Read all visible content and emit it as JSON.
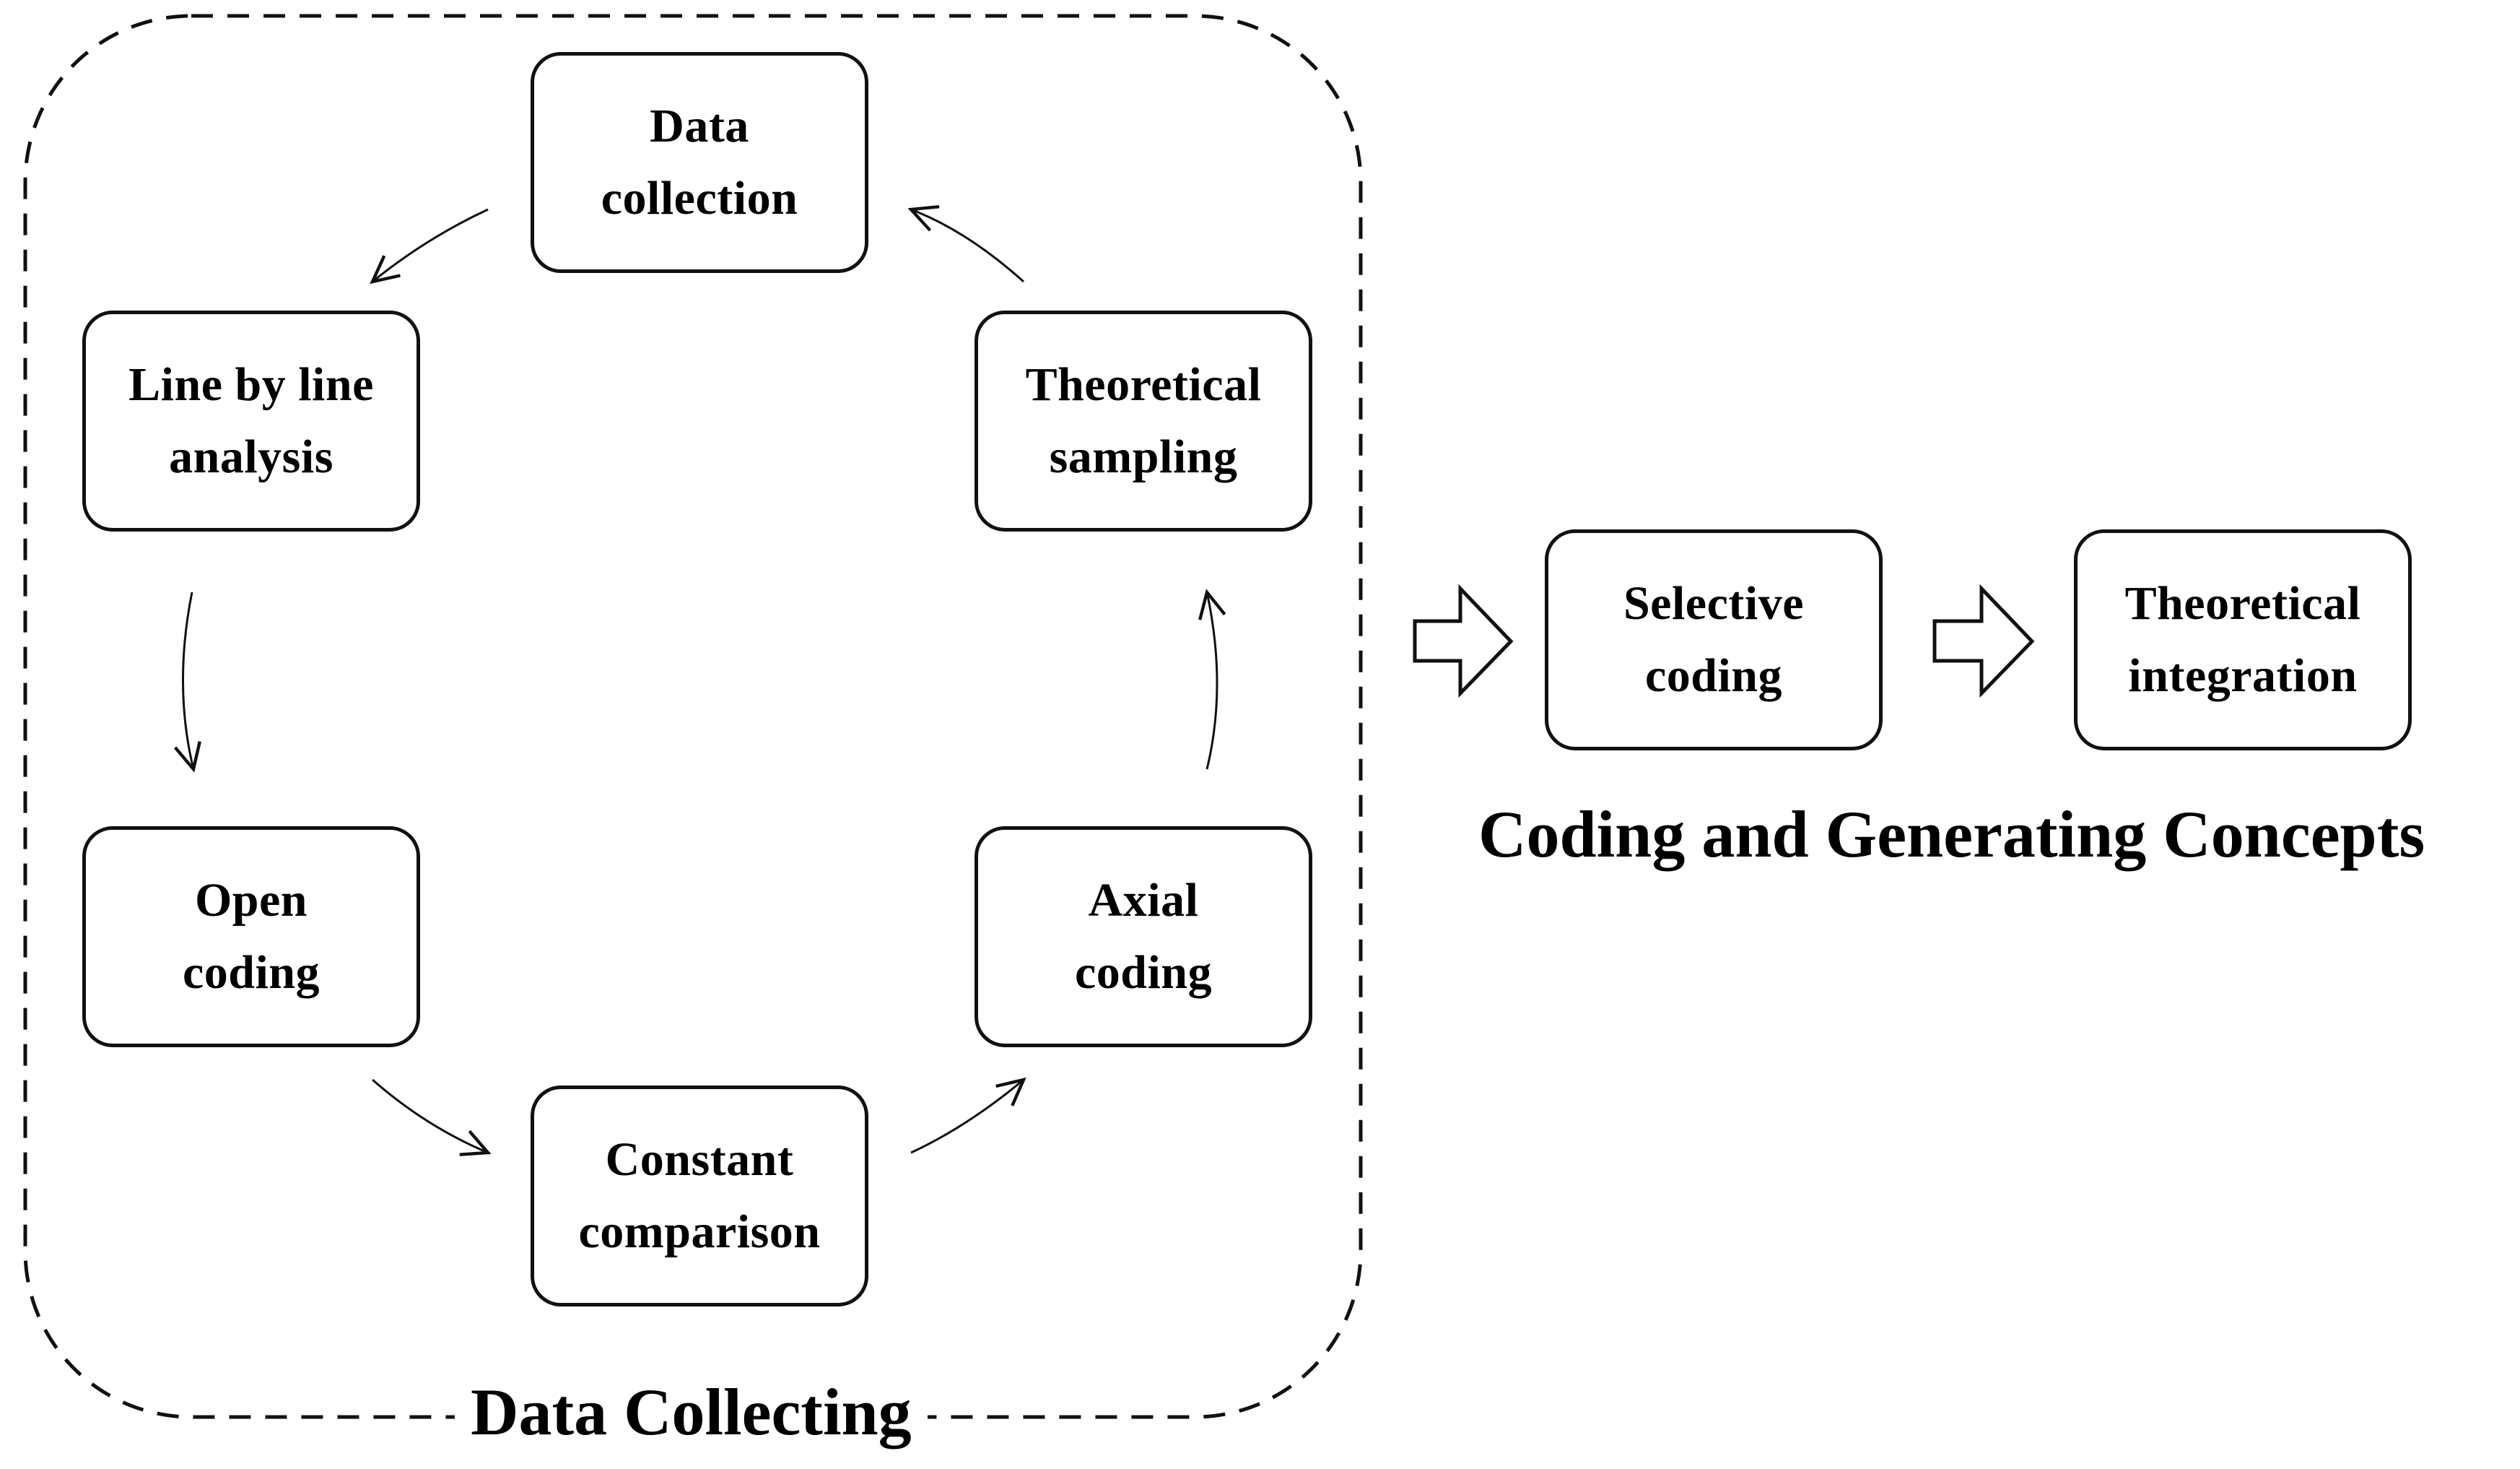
{
  "diagram": {
    "cycle_group": {
      "title": "Data Collecting"
    },
    "steps": {
      "data_collection": "Data\ncollection",
      "line_by_line": "Line by line\nanalysis",
      "theoretical_sampling": "Theoretical\nsampling",
      "open_coding": "Open\ncoding",
      "axial_coding": "Axial\ncoding",
      "constant_comparison": "Constant\ncomparison",
      "selective_coding": "Selective\ncoding",
      "theoretical_integration": "Theoretical\nintegration"
    },
    "coding_group": {
      "title": "Coding and Generating Concepts"
    },
    "colors": {
      "stroke": "#111111",
      "background": "#ffffff"
    }
  }
}
